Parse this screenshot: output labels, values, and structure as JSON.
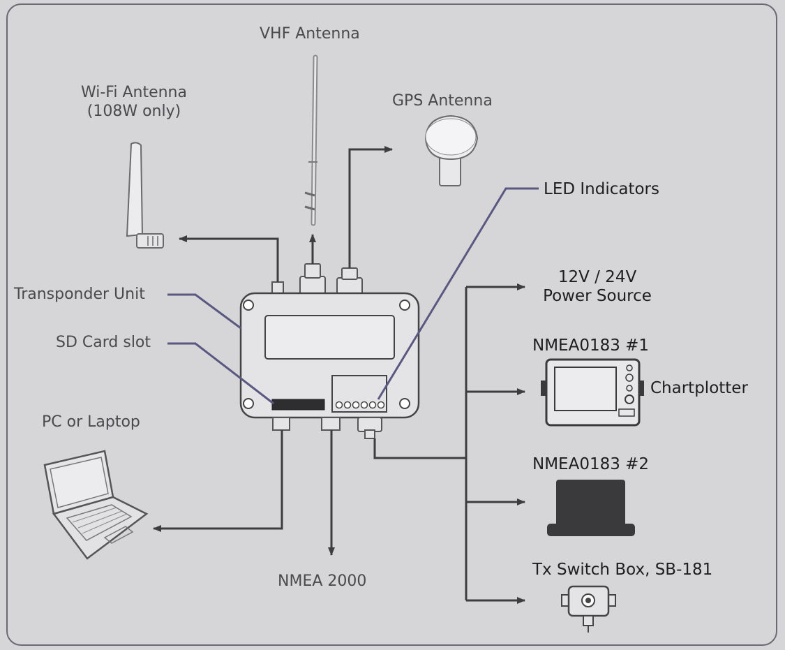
{
  "labels": {
    "vhf_antenna": "VHF Antenna",
    "wifi_antenna_line1": "Wi-Fi Antenna",
    "wifi_antenna_line2": "(108W only)",
    "gps_antenna": "GPS Antenna",
    "led_indicators": "LED Indicators",
    "power_line1": "12V / 24V",
    "power_line2": "Power Source",
    "transponder_unit": "Transponder Unit",
    "sd_card_slot": "SD Card slot",
    "nmea0183_1": "NMEA0183 #1",
    "chartplotter": "Chartplotter",
    "pc_or_laptop": "PC or Laptop",
    "nmea0183_2": "NMEA0183 #2",
    "nmea_2000": "NMEA 2000",
    "tx_switch_box": "Tx Switch Box, SB-181"
  },
  "colors": {
    "background": "#d6d5d8",
    "line": "#3d3d3f",
    "leader": "#5a5880",
    "device_fill": "#e4e3e6",
    "dark_fill": "#3a3a3c"
  }
}
